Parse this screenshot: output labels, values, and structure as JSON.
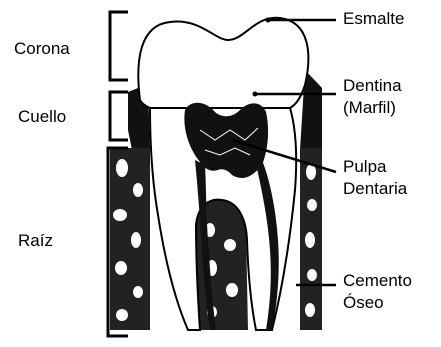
{
  "region_labels": {
    "corona": "Corona",
    "cuello": "Cuello",
    "raiz": "Raíz"
  },
  "part_labels": {
    "esmalte": "Esmalte",
    "dentina_line1": "Dentina",
    "dentina_line2": "(Marfil)",
    "pulpa_line1": "Pulpa",
    "pulpa_line2": "Dentaria",
    "cemento_line1": "Cemento",
    "cemento_line2": "Óseo"
  }
}
